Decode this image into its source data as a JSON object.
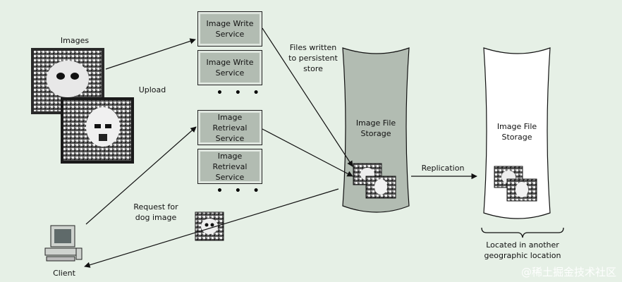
{
  "labels": {
    "images": "Images",
    "upload": "Upload",
    "files_written": [
      "Files written",
      "to persistent",
      "store"
    ],
    "replication": "Replication",
    "request": [
      "Request for",
      "dog image"
    ],
    "client": "Client",
    "located": [
      "Located in another",
      "geographic location"
    ],
    "storage_left": [
      "Image File",
      "Storage"
    ],
    "storage_right": [
      "Image File",
      "Storage"
    ],
    "ellipsis": "• • •"
  },
  "services": {
    "write": [
      {
        "label": [
          "Image Write",
          "Service"
        ]
      },
      {
        "label": [
          "Image Write",
          "Service"
        ]
      }
    ],
    "retrieval": [
      {
        "label": [
          "Image",
          "Retrieval",
          "Service"
        ]
      },
      {
        "label": [
          "Image",
          "Retrieval",
          "Service"
        ]
      }
    ]
  },
  "icons": {
    "dog_photo": "dog-photo-icon",
    "stormtrooper_photo": "stormtrooper-photo-icon",
    "computer": "computer-icon"
  },
  "colors": {
    "background": "#e6f0e6",
    "box_fill": "#b2bcb2",
    "storage_left_fill": "#b2bcb2",
    "storage_right_fill": "#ffffff"
  },
  "watermark": "@稀土掘金技术社区"
}
